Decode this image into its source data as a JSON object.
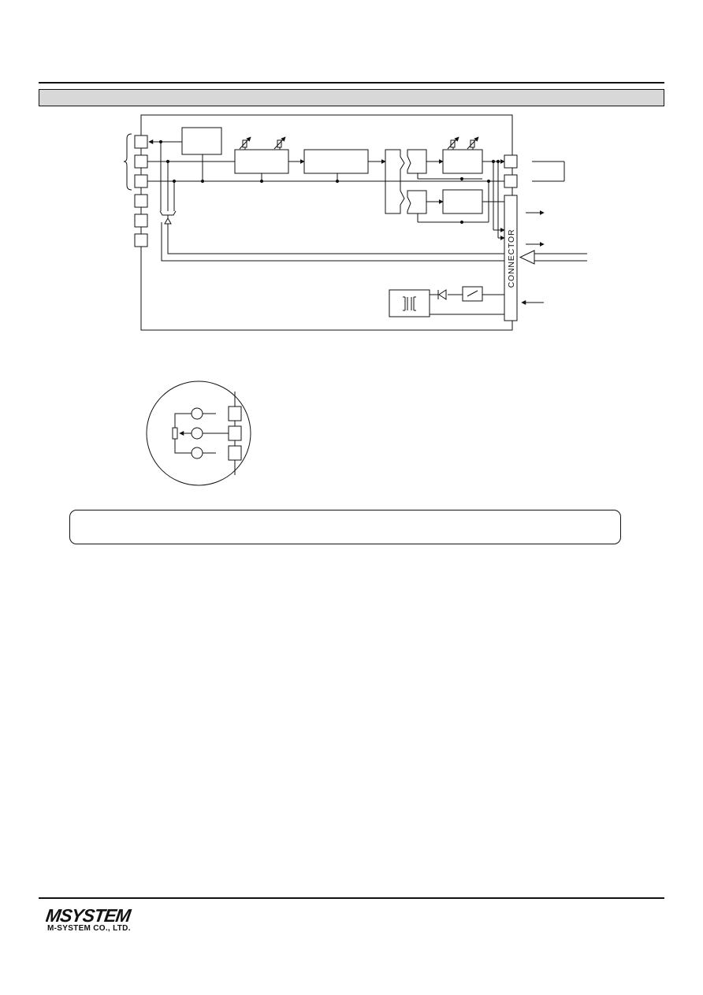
{
  "diagram": {
    "connector_label": "CONNECTOR"
  },
  "footer": {
    "logo_text": "MSYSTEM",
    "company_name": "M-SYSTEM CO., LTD."
  },
  "colors": {
    "line": "#111111",
    "section_bar": "#d8d8d8"
  },
  "icons": [
    "warning-triangle-icon",
    "transformer-icon",
    "diode-icon",
    "switch-icon",
    "potentiometer-icon",
    "variable-resistor-icon"
  ]
}
